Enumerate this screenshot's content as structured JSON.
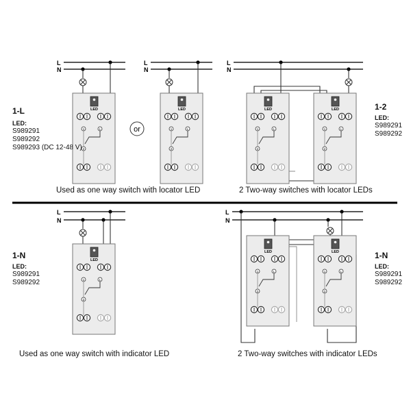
{
  "line_labels": {
    "l": "L",
    "n": "N"
  },
  "or_label": "or",
  "switch": {
    "led_tag": "LED",
    "term1": "1",
    "term2": "2",
    "termL": "L"
  },
  "panels": {
    "one_l": {
      "code": "1-L",
      "led_heading": "LED:",
      "models": [
        "S989291",
        "S989292",
        "S989293 (DC 12-48 V)"
      ],
      "caption": "Used as one way switch with locator LED"
    },
    "one_two": {
      "code": "1-2",
      "led_heading": "LED:",
      "models": [
        "S989291",
        "S989292"
      ],
      "caption": "2 Two-way switches with locator LEDs"
    },
    "one_n_left": {
      "code": "1-N",
      "led_heading": "LED:",
      "models": [
        "S989291",
        "S989292"
      ],
      "caption": "Used as one way switch with indicator LED"
    },
    "one_n_right": {
      "code": "1-N",
      "led_heading": "LED:",
      "models": [
        "S989291",
        "S989292"
      ],
      "caption": "2 Two-way switches with indicator LEDs"
    }
  }
}
